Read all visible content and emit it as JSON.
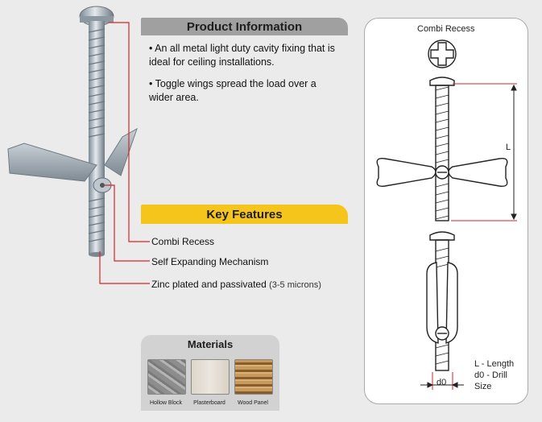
{
  "product_info": {
    "title": "Product Information",
    "bullet1": "• An all metal light duty cavity fixing that is ideal for ceiling installations.",
    "bullet2": "• Toggle wings spread the load over a wider area."
  },
  "key_features": {
    "title": "Key Features",
    "items": [
      {
        "label": "Combi Recess"
      },
      {
        "label": "Self Expanding Mechanism"
      },
      {
        "label": "Zinc plated and passivated",
        "sub": "(3-5 microns)"
      }
    ]
  },
  "materials": {
    "title": "Materials",
    "items": [
      {
        "label": "Hollow Block",
        "color": "#9a9a9a"
      },
      {
        "label": "Plasterboard",
        "color": "#e4ddd2"
      },
      {
        "label": "Wood Panel",
        "color": "#b9884a"
      }
    ]
  },
  "diagram": {
    "title": "Combi Recess",
    "dim_L": "L",
    "dim_d0": "d0",
    "legend": [
      {
        "key": "L -",
        "value": "Length"
      },
      {
        "key": "d0 -",
        "value": "Drill Size"
      }
    ]
  },
  "colors": {
    "accent_yellow": "#f6c51c",
    "header_grey": "#a0a0a0",
    "callout_red": "#d3252b"
  }
}
